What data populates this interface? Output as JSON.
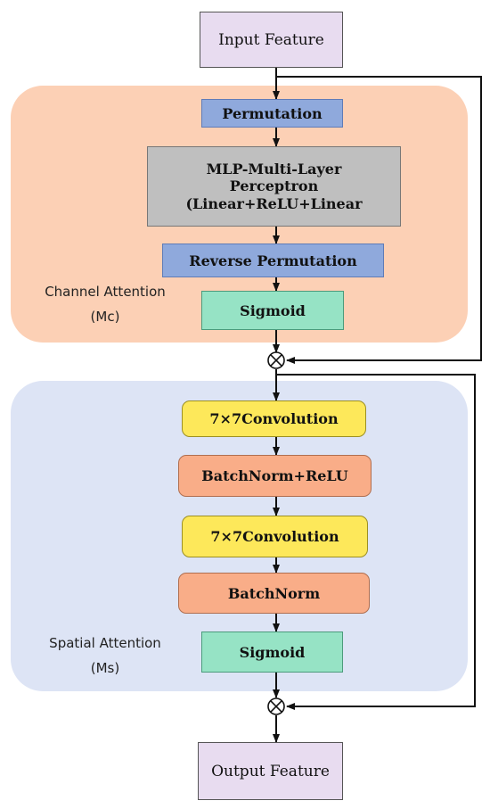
{
  "input_feature": "Input Feature",
  "channel_attention": {
    "permutation": "Permutation",
    "mlp": "MLP-Multi-Layer\nPerceptron\n(Linear+ReLU+Linear",
    "reverse_permutation": "Reverse Permutation",
    "sigmoid": "Sigmoid",
    "label_line1": "Channel Attention",
    "label_line2": "(Mc)"
  },
  "multiply_symbol": "⊗",
  "spatial_attention": {
    "conv1": "7×7Convolution",
    "batchnorm_relu": "BatchNorm+ReLU",
    "conv2": "7×7Convolution",
    "batchnorm": "BatchNorm",
    "sigmoid": "Sigmoid",
    "label_line1": "Spatial Attention",
    "label_line2": "(Ms)"
  },
  "output_feature": "Output Feature",
  "colors": {
    "channel_group": "#fcd0b5",
    "spatial_group": "#dde4f5",
    "io_box": "#e8dcf0",
    "permutation_box": "#8fa9dc",
    "mlp_box": "#bfbfbf",
    "sigmoid_box": "#96e3c5",
    "conv_box": "#fde85a",
    "batchnorm_box": "#f9ad88"
  }
}
